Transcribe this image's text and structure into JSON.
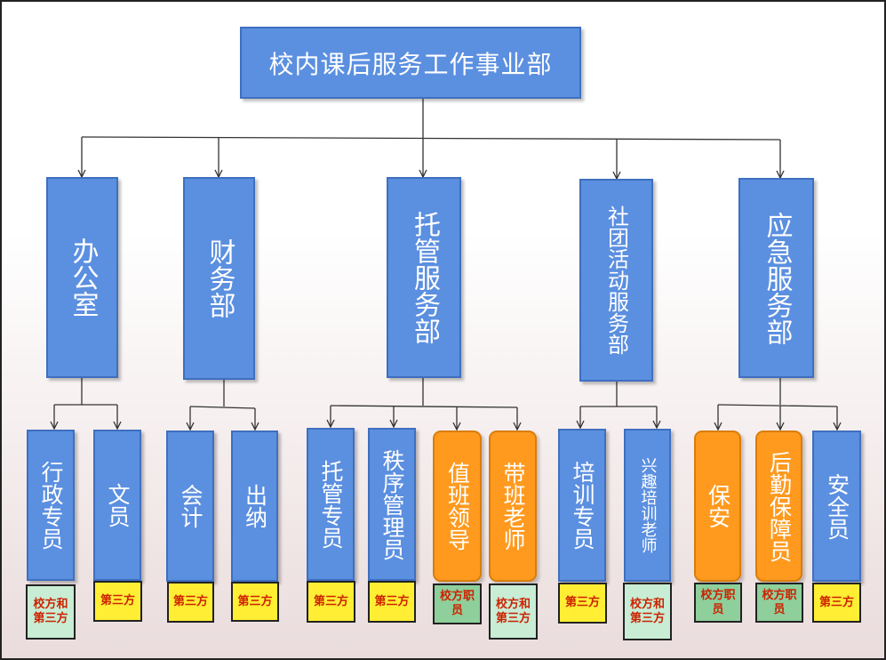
{
  "root": {
    "label": "校内课后服务工作事业部"
  },
  "departments": [
    {
      "label": "办公室"
    },
    {
      "label": "财务部"
    },
    {
      "label": "托管服务部"
    },
    {
      "label": "社团活动服务部"
    },
    {
      "label": "应急服务部"
    }
  ],
  "staff": [
    {
      "label": "行政专员",
      "tag": "校方和第三方",
      "dept": 0
    },
    {
      "label": "文员",
      "tag": "第三方",
      "dept": 0
    },
    {
      "label": "会计",
      "tag": "第三方",
      "dept": 1
    },
    {
      "label": "出纳",
      "tag": "第三方",
      "dept": 1
    },
    {
      "label": "托管专员",
      "tag": "第三方",
      "dept": 2
    },
    {
      "label": "秩序管理员",
      "tag": "第三方",
      "dept": 2
    },
    {
      "label": "值班领导",
      "tag": "校方职员",
      "dept": 2
    },
    {
      "label": "带班老师",
      "tag": "校方和第三方",
      "dept": 2
    },
    {
      "label": "培训专员",
      "tag": "第三方",
      "dept": 3
    },
    {
      "label": "兴趣培训老师",
      "tag": "校方和第三方",
      "dept": 3
    },
    {
      "label": "保安",
      "tag": "校方职员",
      "dept": 4
    },
    {
      "label": "后勤保障员",
      "tag": "校方职员",
      "dept": 4
    },
    {
      "label": "安全员",
      "tag": "第三方",
      "dept": 4
    }
  ],
  "colors": {
    "box_blue": "#5b8fe0",
    "box_orange": "#ff9a1f",
    "tag_yellow": "#ffee33",
    "tag_green": "#c8ecd4",
    "tag_text": "#cc2200",
    "line": "#333333"
  }
}
